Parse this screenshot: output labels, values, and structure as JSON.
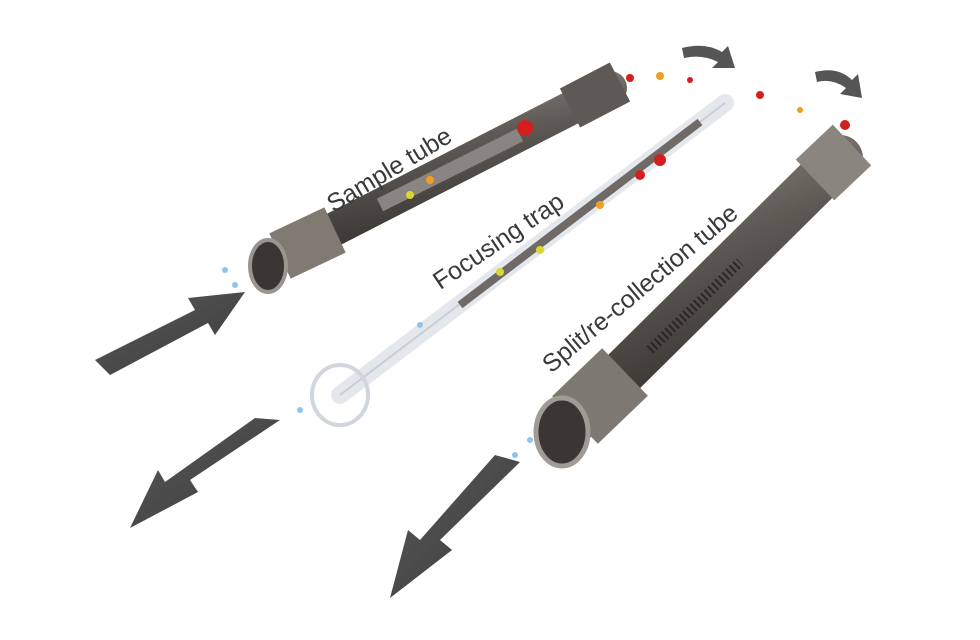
{
  "labels": {
    "sample_tube": "Sample tube",
    "focusing_trap": "Focusing trap",
    "split_tube": "Split/re-collection tube"
  },
  "colors": {
    "metal": "#6b6660",
    "arrow": "#4a4a4a",
    "particle_red": "#d41f1f",
    "particle_orange": "#f0a020",
    "particle_yellow": "#d8d830",
    "particle_blue": "#8fc4ec"
  }
}
